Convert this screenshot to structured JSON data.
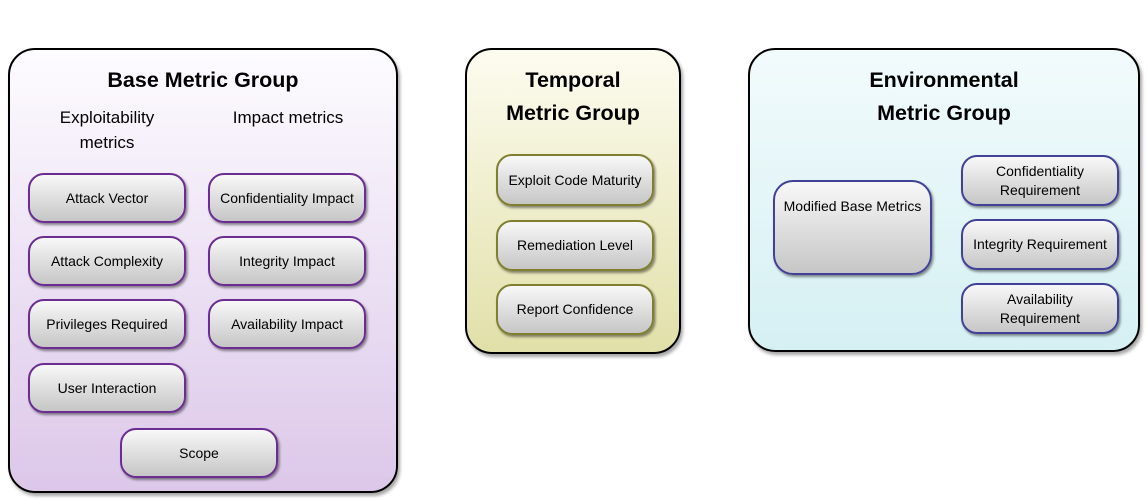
{
  "colors": {
    "group_border": "#000000",
    "base_top": "#fdfcff",
    "base_bottom": "#dcc7e9",
    "temporal_top": "#fdfcf0",
    "temporal_bottom": "#e1e0a9",
    "env_top": "#f2fbfc",
    "env_bottom": "#d5f0f3",
    "box_top": "#f8f8f8",
    "box_bottom": "#c6c6c6",
    "purple_border": "#6b2d92",
    "olive_border": "#7f7f2f",
    "navy_border": "#414197"
  },
  "groups": [
    {
      "title": "Base Metric Group",
      "columns": [
        {
          "header": "Exploitability metrics",
          "boxes": [
            "Attack Vector",
            "Attack Complexity",
            "Privileges Required",
            "User Interaction"
          ]
        },
        {
          "header": "Impact metrics",
          "boxes": [
            "Confidentiality Impact",
            "Integrity Impact",
            "Availability Impact"
          ]
        }
      ],
      "footer_box": "Scope"
    },
    {
      "title": "Temporal Metric Group",
      "boxes": [
        "Exploit Code Maturity",
        "Remediation Level",
        "Report Confidence"
      ]
    },
    {
      "title": "Environmental Metric Group",
      "left_box": "Modified Base Metrics",
      "boxes": [
        "Confidentiality Requirement",
        "Integrity Requirement",
        "Availability Requirement"
      ]
    }
  ]
}
